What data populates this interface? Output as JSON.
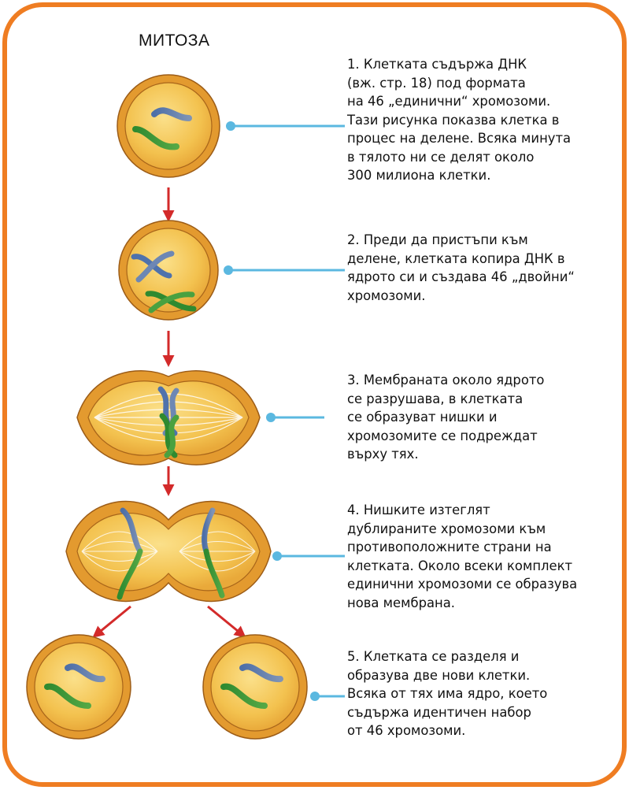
{
  "title": "МИТОЗА",
  "steps": [
    {
      "number": 1,
      "text": "1. Клетката съдържа ДНК\n(вж. стр. 18) под формата\nна 46 „единични“ хромозоми.\nТази рисунка показва клетка в\nпроцес на делене. Всяка минута\nв тялото ни се делят около\n300 милиона клетки."
    },
    {
      "number": 2,
      "text": "2. Преди да пристъпи към\nделене, клетката копира ДНК в\nядрото си и създава 46 „двойни“\nхромозоми."
    },
    {
      "number": 3,
      "text": "3. Мембраната около ядрото\nсе разрушава, в клетката\nсе образуват нишки и\nхромозомите се подреждат\nвърху тях."
    },
    {
      "number": 4,
      "text": "4. Нишките изтеглят\nдублираните хромозоми към\nпротивоположните страни на\nклетката. Около всеки комплект\nединични хромозоми се образува\nнова мембрана."
    },
    {
      "number": 5,
      "text": "5. Клетката се разделя и\nобразува две нови клетки.\nВсяка от тях има ядро, което\nсъдържа идентичен набор\nот 46 хромозоми."
    }
  ],
  "colors": {
    "frame": "#ef7d22",
    "cell_outer": "#e0962a",
    "cell_inner": "#f6c957",
    "cell_outline": "#a8651a",
    "chromosome_blue": "#5b7fb5",
    "chromosome_green": "#3f9a3c",
    "arrow": "#d32a2a",
    "connector": "#5bb8e0"
  }
}
